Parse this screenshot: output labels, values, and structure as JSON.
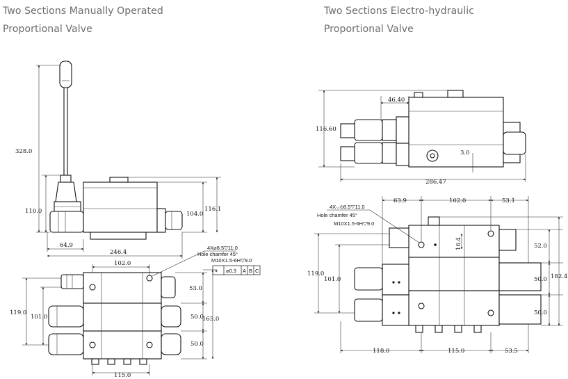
{
  "captions": {
    "left_line1": "Two Sections Manually Operated",
    "left_line2": "Proportional Valve",
    "right_line1": "Two Sections Electro-hydraulic",
    "right_line2": "Proportional Valve"
  },
  "left_side_view": {
    "dim_height_lever": "328.0",
    "dim_height_base": "110.0",
    "dim_height_body": "104.0",
    "dim_height_total": "116.1",
    "dim_lever_offset": "64.9",
    "dim_length": "246.4"
  },
  "left_top_view": {
    "dim_top_width": "102.0",
    "hole_note": "4X⌀8.5▽11.0",
    "chamfer_note": "Hole chamfer 45°",
    "thread_note": "M10X1.5-6H▽9.0",
    "tol_symbol": "⌖",
    "tol_value": "⌀0.3",
    "tol_a": "A",
    "tol_b": "B",
    "tol_c": "C",
    "dim_h1": "119.0",
    "dim_h2": "101.0",
    "dim_r1": "53.0",
    "dim_r2": "50.0",
    "dim_r3": "50.0",
    "dim_r_total": "165.0",
    "dim_bottom": "115.0"
  },
  "right_side_view": {
    "dim_top": "46.40",
    "dim_height": "116.60",
    "dim_small": "3.0",
    "dim_length": "286.47"
  },
  "right_top_view": {
    "dim_t1": "63.9",
    "dim_t2": "102.0",
    "dim_t3": "53.1",
    "hole_note": "4X⌵⌀8.5▽11.0",
    "chamfer_note": "Hole chamfer 45°",
    "thread_note": "M10X1.5-6H▽9.0",
    "dim_mid": "16.4",
    "dim_h1": "119.0",
    "dim_h2": "101.0",
    "dim_r1": "52.0",
    "dim_r2": "50.0",
    "dim_r3": "50.0",
    "dim_r_total": "182.4",
    "dim_b1": "118.0",
    "dim_b2": "115.0",
    "dim_b3": "53.5"
  }
}
